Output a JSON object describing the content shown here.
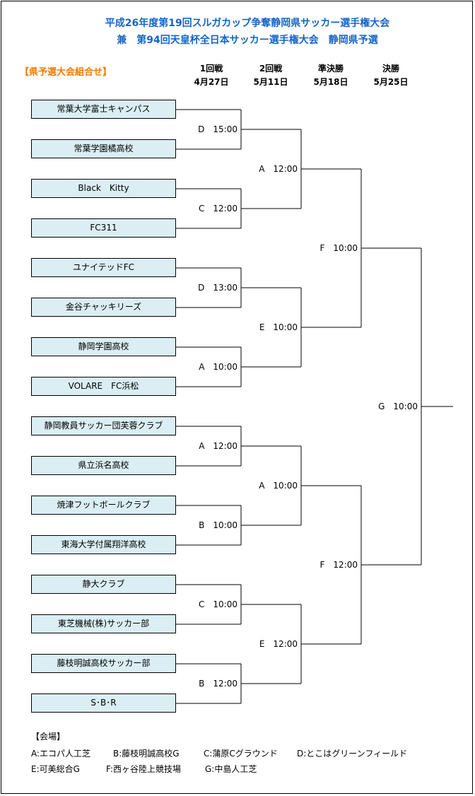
{
  "title_line1": "平成26年度第19回スルガカップ争奪静岡県サッカー選手権大会",
  "title_line2": "兼　第94回天皇杯全日本サッカー選手権大会　静岡県予選",
  "section_label": "【県予選大会組合せ】",
  "rounds": [
    {
      "name": "1回戦",
      "date": "4月27日"
    },
    {
      "name": "2回戦",
      "date": "5月11日"
    },
    {
      "name": "準決勝",
      "date": "5月18日"
    },
    {
      "name": "決勝",
      "date": "5月25日"
    }
  ],
  "teams": [
    "常葉大学富士キャンパス",
    "常葉学園橘高校",
    "Black　Kitty",
    "FC311",
    "ユナイテッドFC",
    "金谷チャッキリーズ",
    "静岡学園高校",
    "VOLARE　FC浜松",
    "静岡教員サッカー団芙蓉クラブ",
    "県立浜名高校",
    "焼津フットボールクラブ",
    "東海大学付属翔洋高校",
    "静大クラブ",
    "東芝機械(株)サッカー部",
    "藤枝明誠高校サッカー部",
    "S･B･R"
  ],
  "round1_matches": [
    "D　15:00",
    "C　12:00",
    "D　13:00",
    "A　10:00",
    "A　12:00",
    "B　10:00",
    "C　10:00",
    "B　12:00"
  ],
  "round2_matches": [
    "A　12:00",
    "E　10:00",
    "A　10:00",
    "E　12:00"
  ],
  "semifinal_matches": [
    "F　10:00",
    "F　12:00"
  ],
  "final_match": "G　10:00",
  "venue_title": "【会場】",
  "venues": [
    "A:エコパ人工芝",
    "B:藤枝明誠高校G",
    "C:蒲原Cグラウンド",
    "D:とこはグリーンフィールド",
    "E:可美総合G",
    "F:西ヶ谷陸上競技場",
    "G:中島人工芝"
  ]
}
